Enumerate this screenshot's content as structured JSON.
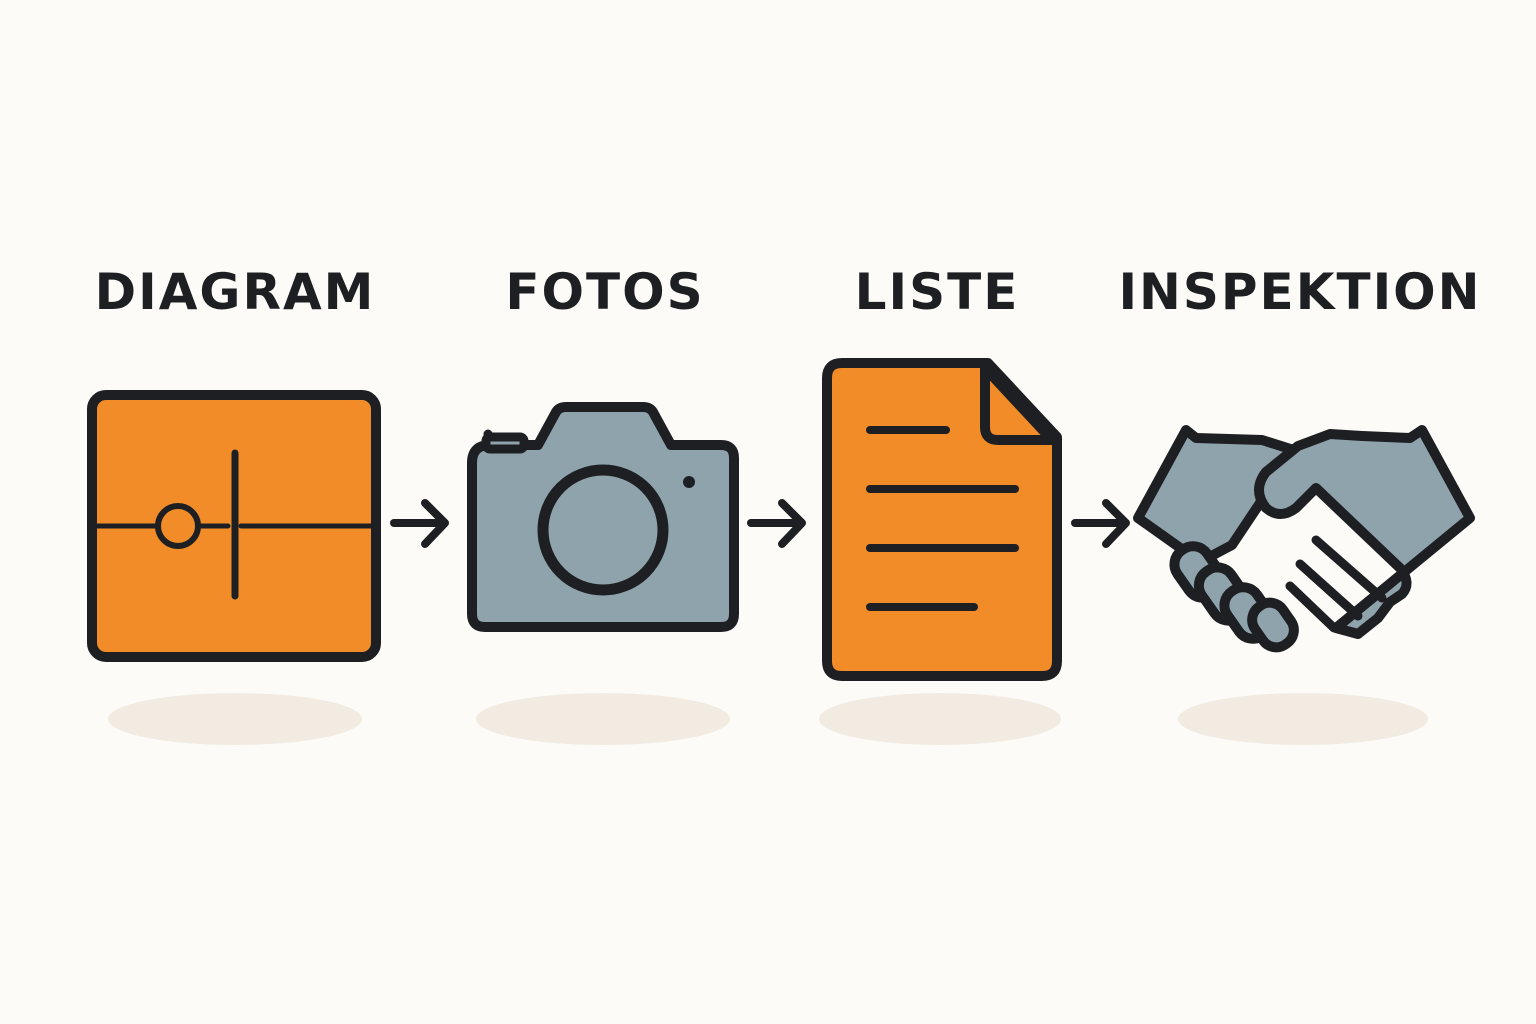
{
  "colors": {
    "background": "#fcfbf8",
    "orange": "#f28c28",
    "slate": "#8fa3ad",
    "outline": "#1e1f22",
    "shadow": "#f1ebe2"
  },
  "steps": [
    {
      "label": "DIAGRAM",
      "icon": "diagram-icon"
    },
    {
      "label": "FOTOS",
      "icon": "camera-icon"
    },
    {
      "label": "LISTE",
      "icon": "document-icon"
    },
    {
      "label": "INSPEKTION",
      "icon": "handshake-icon"
    }
  ]
}
